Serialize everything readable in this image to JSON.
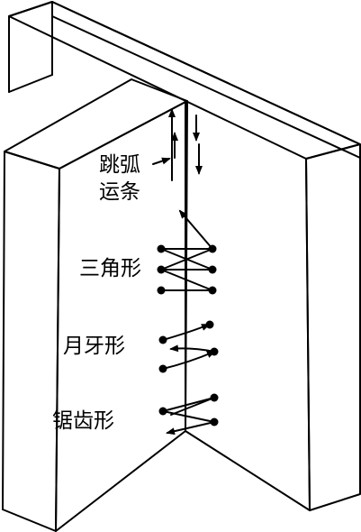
{
  "labels": {
    "jump_arc_line1": "跳弧",
    "jump_arc_line2": "运条",
    "triangle": "三角形",
    "crescent": "月牙形",
    "sawtooth": "锯齿形"
  }
}
